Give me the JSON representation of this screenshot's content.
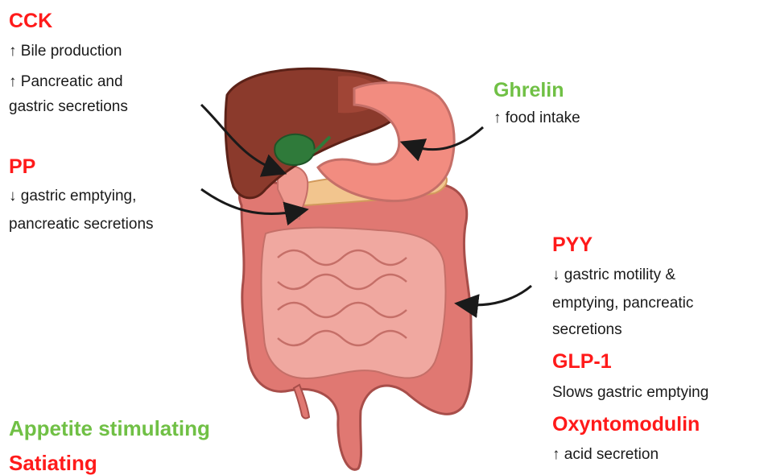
{
  "hormones": {
    "cck": {
      "name": "CCK",
      "effects": [
        "↑  Bile production",
        "↑  Pancreatic and",
        "gastric secretions"
      ]
    },
    "ghrelin": {
      "name": "Ghrelin",
      "effects": [
        "↑ food intake"
      ]
    },
    "pp": {
      "name": "PP",
      "effects": [
        "↓ gastric emptying,",
        "pancreatic secretions"
      ]
    },
    "pyy": {
      "name": "PYY",
      "effects": [
        "↓ gastric motility &",
        "emptying, pancreatic",
        "secretions"
      ]
    },
    "glp1": {
      "name": "GLP-1",
      "effects": [
        "Slows gastric emptying"
      ]
    },
    "oxyntomodulin": {
      "name": "Oxyntomodulin",
      "effects": [
        "↑ acid secretion"
      ]
    }
  },
  "legend": {
    "appetite_stimulating": "Appetite stimulating",
    "satiating": "Satiating"
  },
  "colors": {
    "satiating": "#ff1a1a",
    "appetite_stimulating": "#70c045",
    "text": "#1a1a1a"
  }
}
